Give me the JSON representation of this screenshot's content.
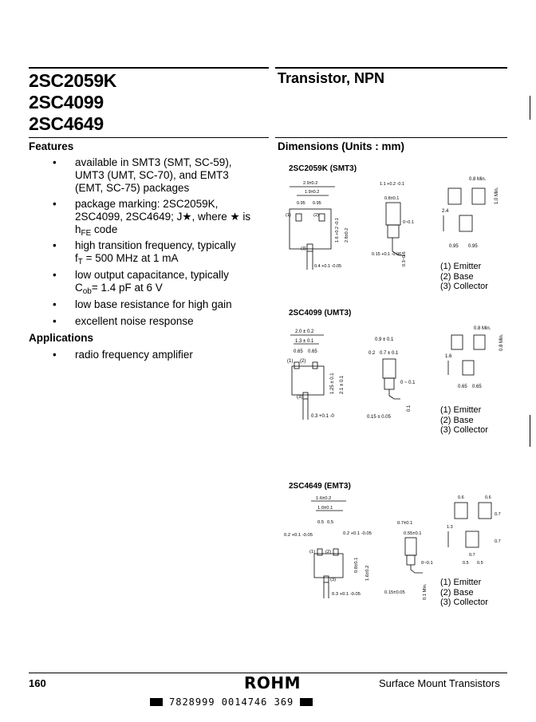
{
  "header": {
    "part_numbers": [
      "2SC2059K",
      "2SC4099",
      "2SC4649"
    ],
    "title": "Transistor, NPN"
  },
  "features": {
    "heading": "Features",
    "items": [
      {
        "lines": [
          "available in SMT3 (SMT, SC-59),",
          "UMT3 (UMT, SC-70), and EMT3",
          "(EMT, SC-75) packages"
        ]
      },
      {
        "lines": [
          "package marking: 2SC2059K,",
          "2SC4099, 2SC4649; J★, where ★ is"
        ],
        "last_pre": "h",
        "last_sub": "FE",
        "last_post": " code"
      },
      {
        "lines": [
          "high transition frequency, typically"
        ],
        "last_pre": "f",
        "last_sub": "T",
        "last_post": " = 500 MHz at 1 mA"
      },
      {
        "lines": [
          "low output capacitance, typically"
        ],
        "last_pre": "C",
        "last_sub": "ob",
        "last_post": "= 1.4 pF at 6 V"
      },
      {
        "lines": [
          "low base resistance for high gain"
        ]
      },
      {
        "lines": [
          "excellent noise response"
        ]
      }
    ]
  },
  "applications": {
    "heading": "Applications",
    "items": [
      "radio frequency amplifier"
    ]
  },
  "dimensions": {
    "heading": "Dimensions (Units : mm)",
    "packages": [
      {
        "name": "2SC2059K (SMT3)",
        "dims": {
          "w": "2.9±0.2",
          "inner": "1.9±0.2",
          "pitch": [
            "0.95",
            "0.95"
          ],
          "h1": "1.6 +0.2 -0.1",
          "h2": "2.8±0.2",
          "lead": "0.4 +0.1 -0.05",
          "side_top": "1.1 +0.2 -0.1",
          "side_w": "0.8±0.1",
          "side_h": "0~0.1",
          "side_lead": "0.15 +0.1 -0.06",
          "side_h2": "0.3~0.6",
          "land_top": "0.8 Min.",
          "land_side": "1.0 Min.",
          "land_h": "2.4",
          "land_pitch": [
            "0.95",
            "0.95"
          ]
        },
        "pins": [
          "(1) Emitter",
          "(2) Base",
          "(3) Collector"
        ]
      },
      {
        "name": "2SC4099 (UMT3)",
        "dims": {
          "w": "2.0 ± 0.2",
          "inner": "1.3 ± 0.1",
          "pitch": [
            "0.65",
            "0.65"
          ],
          "h1": "1.25 ± 0.1",
          "h2": "2.1 ± 0.1",
          "lead": "0.3 +0.1 -0",
          "side_top": "0.9 ± 0.1",
          "side_w1": "0.2",
          "side_w2": "0.7 ± 0.1",
          "side_h": "0 ~ 0.1",
          "side_lead": "0.15 ± 0.05",
          "side_h2": "0.1",
          "land_top": "0.8 Min.",
          "land_side": "0.8 Min.",
          "land_h": "1.6",
          "land_pitch": [
            "0.65",
            "0.65"
          ]
        },
        "pins": [
          "(1) Emitter",
          "(2) Base",
          "(3) Collector"
        ]
      },
      {
        "name": "2SC4649 (EMT3)",
        "dims": {
          "w": "1.6±0.2",
          "inner": "1.0±0.1",
          "pitch": [
            "0.5",
            "0.5"
          ],
          "h1": "0.8±0.1",
          "h2": "1.6±0.2",
          "lead_l": "0.2 +0.1 -0.05",
          "lead_r": "0.2 +0.1 -0.05",
          "lead": "0.3 +0.1 -0.05",
          "side_top": "0.7±0.1",
          "side_w": "0.55±0.1",
          "side_h": "0~0.1",
          "side_lead": "0.15±0.05",
          "side_h2": "0.1 Min.",
          "land_top": [
            "0.6",
            "0.6"
          ],
          "land_side": [
            "0.7",
            "0.7"
          ],
          "land_h": "1.3",
          "land_mid": "0.7",
          "land_pitch": [
            "0.5",
            "0.5"
          ]
        },
        "pins": [
          "(1) Emitter",
          "(2) Base",
          "(3) Collector"
        ]
      }
    ]
  },
  "footer": {
    "page_number": "160",
    "logo": "ROHM",
    "category": "Surface Mount Transistors",
    "barcode": "7828999 0014746 369"
  }
}
